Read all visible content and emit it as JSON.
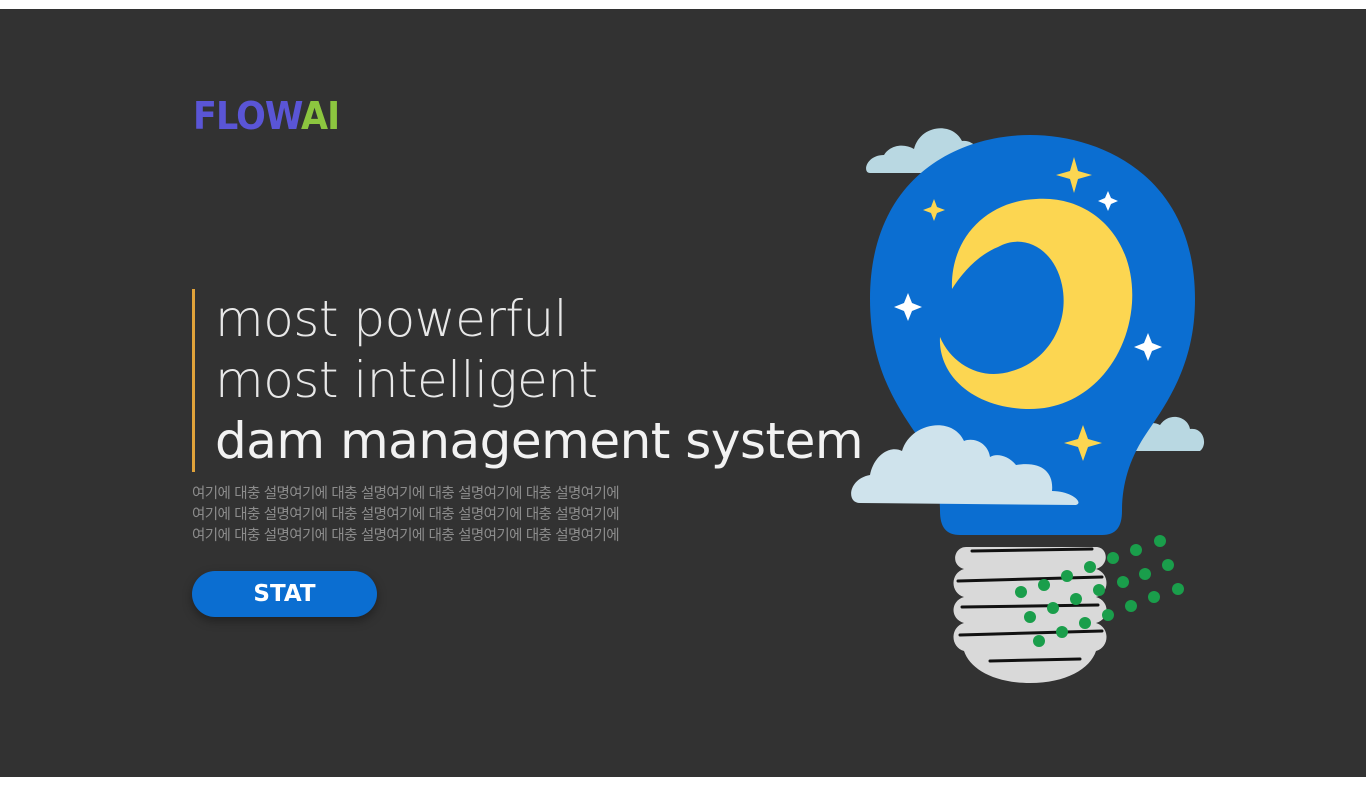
{
  "logo": {
    "part1": "FLOW",
    "part2": "AI"
  },
  "headline": {
    "line1": "most powerful",
    "line2": "most intelligent",
    "line3": "dam management system"
  },
  "description": {
    "lines": [
      "여기에 대충 설명여기에 대충 설명여기에 대충 설명여기에 대충 설명여기에",
      "여기에 대충 설명여기에 대충 설명여기에 대충 설명여기에 대충 설명여기에",
      "여기에 대충 설명여기에 대충 설명여기에 대충 설명여기에 대충 설명여기에"
    ]
  },
  "cta": {
    "label": "STAT"
  },
  "illustration": {
    "name": "night-lightbulb-illustration",
    "colors": {
      "bulb": "#0b6ed1",
      "moon": "#fcd651",
      "cloud": "#cfe3ec",
      "base": "#d9d9d9",
      "dots": "#1a9e4b"
    }
  },
  "colors": {
    "background": "#323232",
    "logo_primary": "#5a55d6",
    "logo_accent": "#8cc63f",
    "accent_bar": "#e0a23a",
    "button": "#0b6ed1"
  }
}
